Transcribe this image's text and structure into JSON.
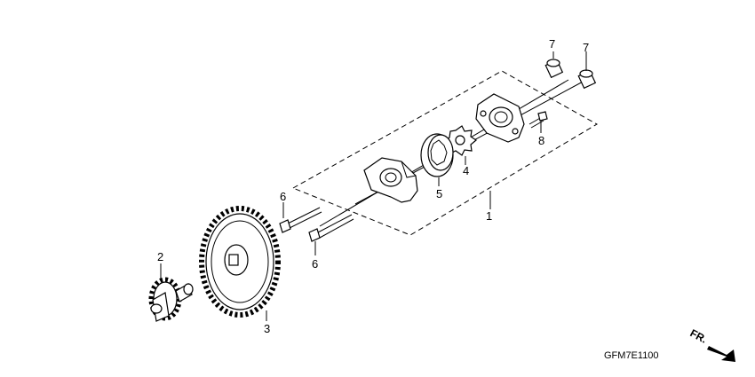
{
  "callouts": {
    "c1": "1",
    "c2": "2",
    "c3": "3",
    "c4": "4",
    "c5": "5",
    "c6a": "6",
    "c6b": "6",
    "c7a": "7",
    "c7b": "7",
    "c8": "8"
  },
  "diagram_code": "GFM7E1100",
  "front_marker": "FR."
}
